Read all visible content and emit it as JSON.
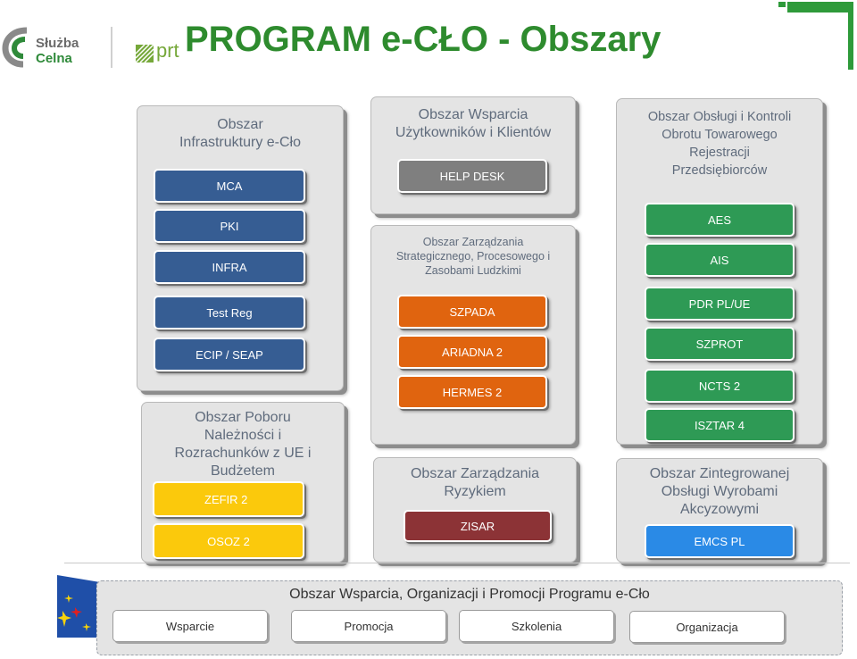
{
  "header": {
    "logo_line1": "Służba",
    "logo_line2": "Celna",
    "partner_text": "prt",
    "title": "PROGRAM e-CŁO - Obszary"
  },
  "infrastruktura": {
    "title": "Obszar\nInfrastruktury e-Cło",
    "items": [
      "MCA",
      "PKI",
      "INFRA",
      "Test Reg",
      "ECIP / SEAP"
    ]
  },
  "wsparcie_uzytkownikow": {
    "title": "Obszar Wsparcia\nUżytkowników i Klientów",
    "items": [
      "HELP DESK"
    ]
  },
  "zarzadzanie_strategiczne": {
    "title": "Obszar Zarządzania\nStrategicznego, Procesowego i\nZasobami Ludzkimi",
    "items": [
      "SZPADA",
      "ARIADNA 2",
      "HERMES 2"
    ]
  },
  "obsluga_kontroli": {
    "title": "Obszar Obsługi i Kontroli\nObrotu Towarowego\nRejestracji\nPrzedsiębiorców",
    "items": [
      "AES",
      "AIS",
      "PDR PL/UE",
      "SZPROT",
      "NCTS 2",
      "ISZTAR 4"
    ]
  },
  "pobor_naleznosci": {
    "title": "Obszar Poboru\nNależności i\nRozrachunków z UE i\nBudżetem",
    "items": [
      "ZEFIR 2",
      "OSOZ 2"
    ]
  },
  "zarzadzanie_ryzykiem": {
    "title": "Obszar Zarządzania\nRyzykiem",
    "items": [
      "ZISAR"
    ]
  },
  "zintegrowana_obsluga": {
    "title": "Obszar Zintegrowanej\nObsługi Wyrobami\nAkcyzowymi",
    "items": [
      "EMCS PL"
    ]
  },
  "wsparcie_programu": {
    "title": "Obszar Wsparcia, Organizacji i Promocji Programu e-Cło",
    "items": [
      "Wsparcie",
      "Promocja",
      "Szkolenia",
      "Organizacja"
    ]
  },
  "colors": {
    "title_green": "#2e8b2e",
    "blue": "#365d93",
    "gray": "#7f7f7f",
    "orange": "#e0640f",
    "green": "#2e9a55",
    "yellow": "#fbc90c",
    "maroon": "#8c3336",
    "light_blue": "#2a8ae6"
  }
}
